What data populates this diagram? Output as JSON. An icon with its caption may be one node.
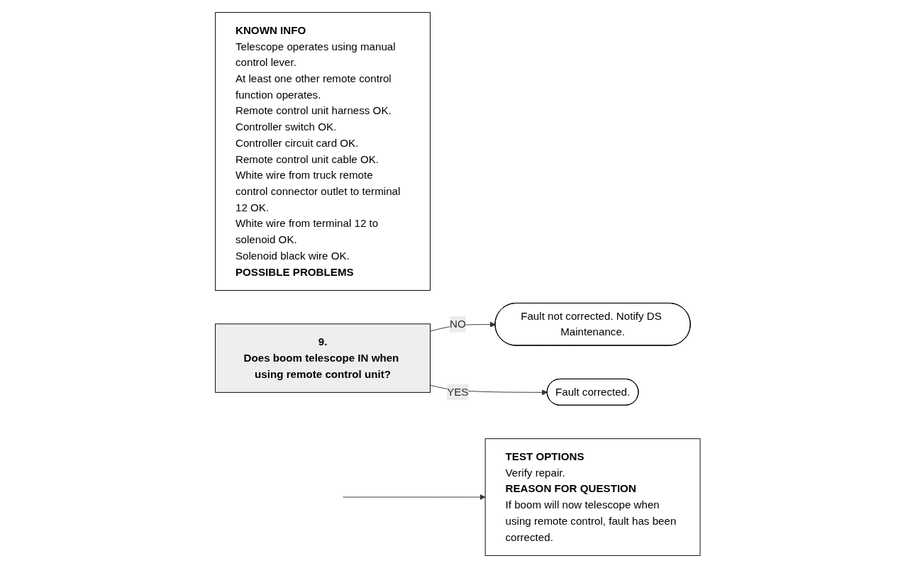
{
  "diagram": {
    "nodes": [
      {
        "text": [
          "KNOWN INFO",
          "Telescope operates using manual control lever.",
          "At least one other remote control function operates.",
          "Remote control unit harness OK.",
          "Controller switch OK.",
          "Controller circuit card OK.",
          "Remote control unit cable OK.",
          "White wire from truck remote control connector outlet to terminal 12 OK.",
          "White wire from terminal 12 to solenoid OK.",
          "Solenoid black wire OK.",
          "POSSIBLE PROBLEMS"
        ]
      },
      {
        "text": [
          "9.",
          "Does boom telescope IN when using remote control unit?"
        ]
      },
      {
        "text": [
          "TEST OPTIONS",
          "Verify repair.",
          "REASON FOR QUESTION",
          "If boom will now telescope when using remote control, fault has been corrected."
        ]
      },
      {
        "text": [
          "Fault not corrected. Notify DS Maintenance."
        ]
      },
      {
        "text": [
          "Fault corrected."
        ]
      }
    ],
    "edges": [
      {
        "from": 1,
        "to": 3,
        "arrow": "to",
        "label": "NO"
      },
      {
        "from": 1,
        "to": 4,
        "arrow": "to",
        "label": "YES"
      },
      {
        "from": null,
        "to": 2,
        "arrow": "to"
      }
    ]
  }
}
